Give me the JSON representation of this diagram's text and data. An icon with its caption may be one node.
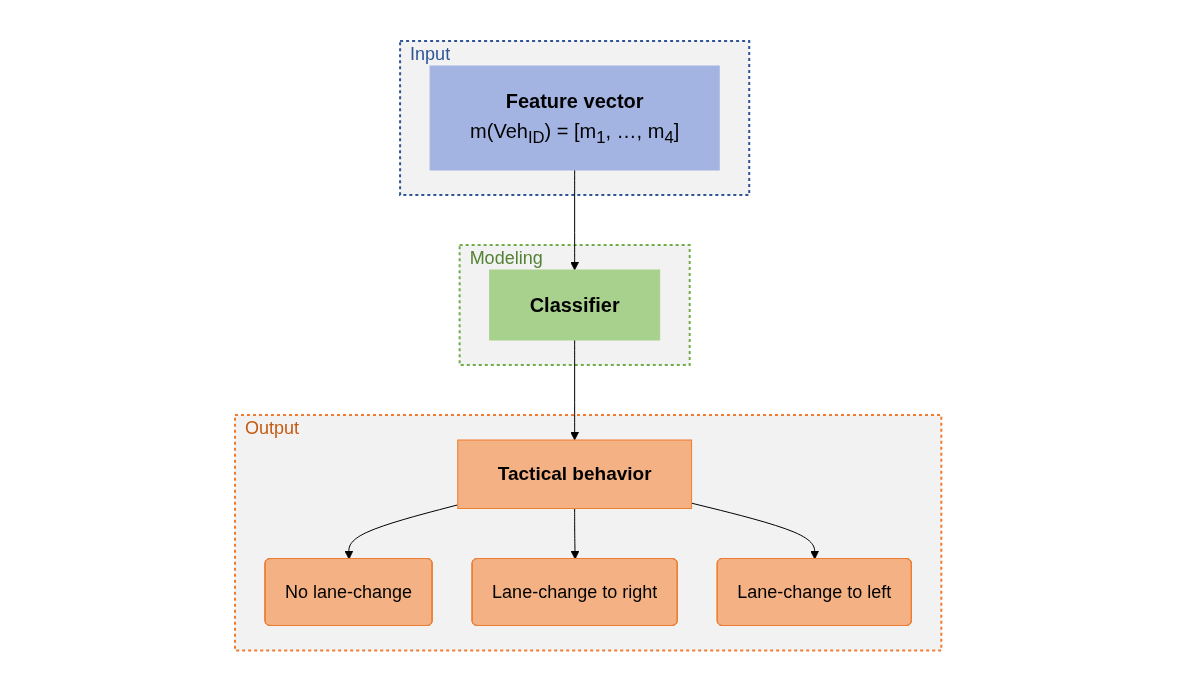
{
  "diagram": {
    "nodes": [
      {
        "text": [
          "Input"
        ]
      },
      {
        "text": [
          "Feature vector",
          "m(Veh$_{ID}$) = [m$_{1}$, …, m$_{4}$]"
        ],
        "in": 0
      },
      {
        "text": [
          "Modeling"
        ]
      },
      {
        "text": [
          "Classifier"
        ],
        "in": 2
      },
      {
        "text": [
          "Output"
        ]
      },
      {
        "text": [
          "Tactical behavior"
        ],
        "in": 4
      },
      {
        "text": [
          "No lane-change"
        ],
        "in": 4
      },
      {
        "text": [
          "Lane-change to right"
        ],
        "in": 4
      },
      {
        "text": [
          "Lane-change to left"
        ],
        "in": 4
      }
    ],
    "edges": [
      {
        "from": 1,
        "to": 3,
        "arrow": "to"
      },
      {
        "from": 3,
        "to": 5,
        "arrow": "to"
      },
      {
        "from": 5,
        "to": 6,
        "arrow": "to"
      },
      {
        "from": 5,
        "to": 7,
        "arrow": "to"
      },
      {
        "from": 5,
        "to": 8,
        "arrow": "to"
      }
    ]
  }
}
